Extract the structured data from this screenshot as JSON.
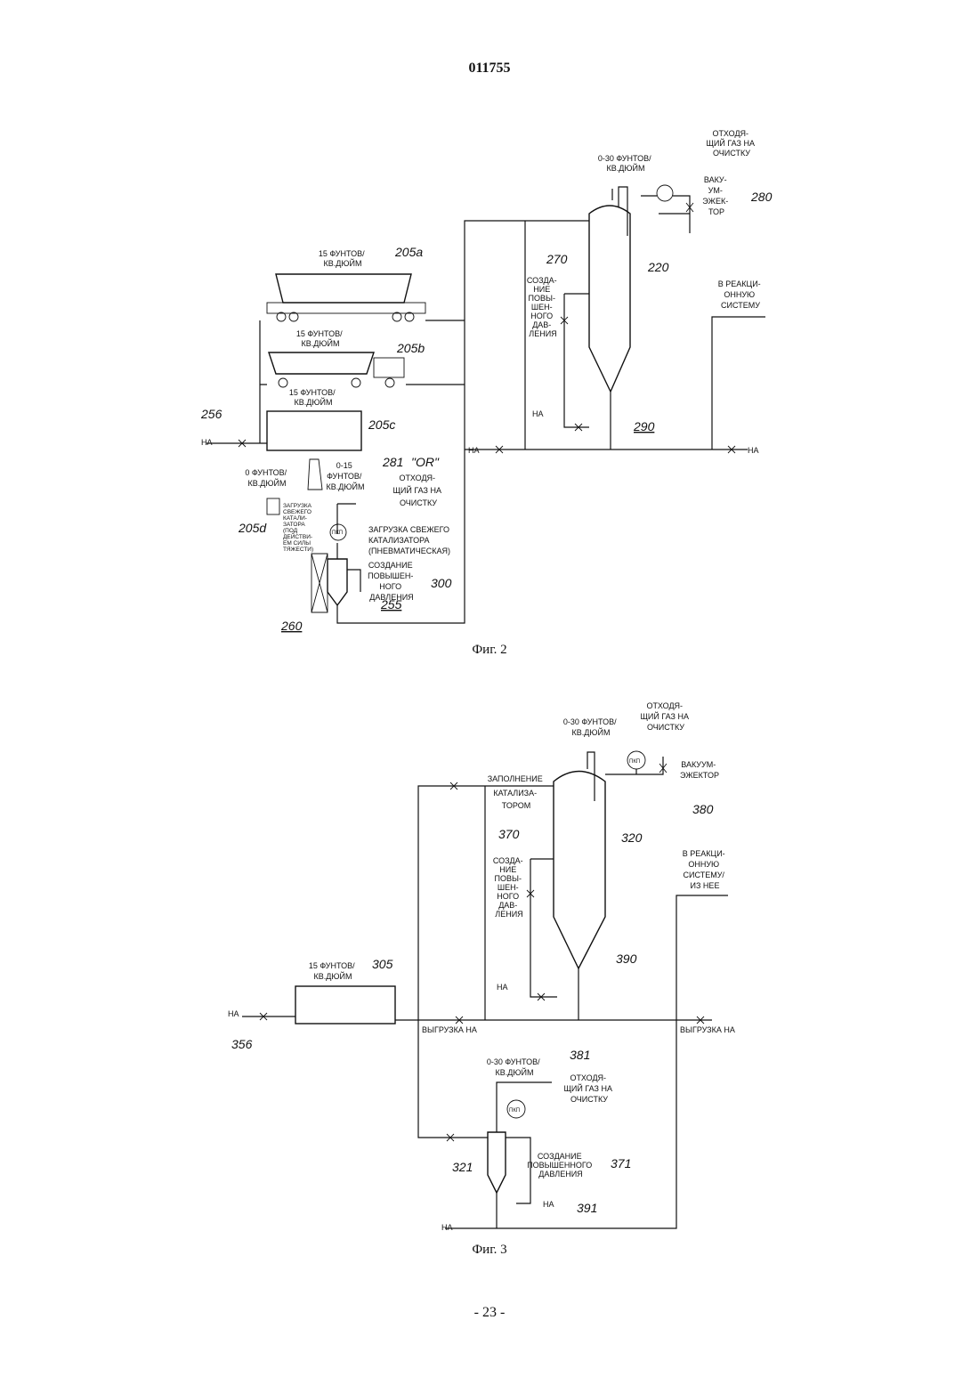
{
  "header": {
    "doc_number": "011755"
  },
  "footer": {
    "page": "- 23 -"
  },
  "figures": {
    "fig2": {
      "caption": "Фиг. 2",
      "labels": {
        "off_gas": [
          "ОТХОДЯ-",
          "ЩИЙ ГАЗ НА",
          "ОЧИСТКУ"
        ],
        "psi_0_30": [
          "0-30 ФУНТОВ/",
          "КВ.ДЮЙМ"
        ],
        "ejector": [
          "ВАКУ-",
          "УМ-",
          "ЭЖЕК-",
          "ТОР"
        ],
        "ref_280": "280",
        "ref_220": "220",
        "ref_270": "270",
        "pressurize": [
          "СОЗДА-",
          "НИЕ",
          "ПОВЫ-",
          "ШЕН-",
          "НОГО",
          "ДАВ-",
          "ЛЕНИЯ"
        ],
        "to_reaction": [
          "В РЕАКЦИ-",
          "ОННУЮ",
          "СИСТЕМУ"
        ],
        "psi_15_a": [
          "15 ФУНТОВ/",
          "КВ.ДЮЙМ"
        ],
        "ref_205a": "205a",
        "psi_15_b": [
          "15 ФУНТОВ/",
          "КВ.ДЮЙМ"
        ],
        "ref_205b": "205b",
        "psi_15_c": [
          "15 ФУНТОВ/",
          "КВ.ДЮЙМ"
        ],
        "ref_205c": "205c",
        "ref_256": "256",
        "na_left": "НА",
        "na_vessel": "НА",
        "na_mid": "НА",
        "na_right": "НА",
        "ref_290": "290",
        "psi_0": [
          "0 ФУНТОВ/",
          "КВ.ДЮЙМ"
        ],
        "psi_0_15": [
          "0-15",
          "ФУНТОВ/",
          "КВ.ДЮЙМ"
        ],
        "ref_281": "281",
        "or": "\"OR\"",
        "off_gas_2": [
          "ОТХОДЯ-",
          "ЩИЙ ГАЗ НА",
          "ОЧИСТКУ"
        ],
        "gravity_load": [
          "ЗАГРУЗКА",
          "СВЕЖЕГО",
          "КАТАЛИ-",
          "ЗАТОРА",
          "(ПОД",
          "ДЕЙСТВИ-",
          "ЕМ СИЛЫ",
          "ТЯЖЕСТИ)"
        ],
        "ref_205d": "205d",
        "pkp": "ПКП",
        "pneumatic_load": [
          "ЗАГРУЗКА СВЕЖЕГО",
          "КАТАЛИЗАТОРА",
          "(ПНЕВМАТИЧЕСКАЯ)"
        ],
        "pressurize_2": [
          "СОЗДАНИЕ",
          "ПОВЫШЕН-",
          "НОГО",
          "ДАВЛЕНИЯ"
        ],
        "ref_300": "300",
        "ref_255": "255",
        "ref_260": "260"
      }
    },
    "fig3": {
      "caption": "Фиг. 3",
      "labels": {
        "off_gas": [
          "ОТХОДЯ-",
          "ЩИЙ ГАЗ НА",
          "ОЧИСТКУ"
        ],
        "psi_0_30": [
          "0-30 ФУНТОВ/",
          "КВ.ДЮЙМ"
        ],
        "pkp": "ПКП",
        "ejector": [
          "ВАКУУМ-",
          "ЭЖЕКТОР"
        ],
        "ref_380": "380",
        "fill": [
          "ЗАПОЛНЕНИЕ",
          "КАТАЛИЗА-",
          "ТОРОМ"
        ],
        "ref_320": "320",
        "ref_370": "370",
        "pressurize": [
          "СОЗДА-",
          "НИЕ",
          "ПОВЫ-",
          "ШЕН-",
          "НОГО",
          "ДАВ-",
          "ЛЕНИЯ"
        ],
        "to_reaction": [
          "В РЕАКЦИ-",
          "ОННУЮ",
          "СИСТЕМУ/",
          "ИЗ НЕЕ"
        ],
        "ref_390": "390",
        "psi_15": [
          "15 ФУНТОВ/",
          "КВ.ДЮЙМ"
        ],
        "ref_305": "305",
        "na_left": "НА",
        "ref_356": "356",
        "na_vessel": "НА",
        "unload_left": "ВЫГРУЗКА НА",
        "unload_right": "ВЫГРУЗКА НА",
        "psi_0_30_b": [
          "0-30 ФУНТОВ/",
          "КВ.ДЮЙМ"
        ],
        "ref_381": "381",
        "off_gas_2": [
          "ОТХОДЯ-",
          "ЩИЙ ГАЗ НА",
          "ОЧИСТКУ"
        ],
        "pkp_2": "ПКП",
        "ref_321": "321",
        "pressurize_2": [
          "СОЗДАНИЕ",
          "ПОВЫШЕННОГО",
          "ДАВЛЕНИЯ"
        ],
        "ref_371": "371",
        "na_small": "НА",
        "ref_391": "391",
        "na_bottom": "НА"
      }
    }
  }
}
